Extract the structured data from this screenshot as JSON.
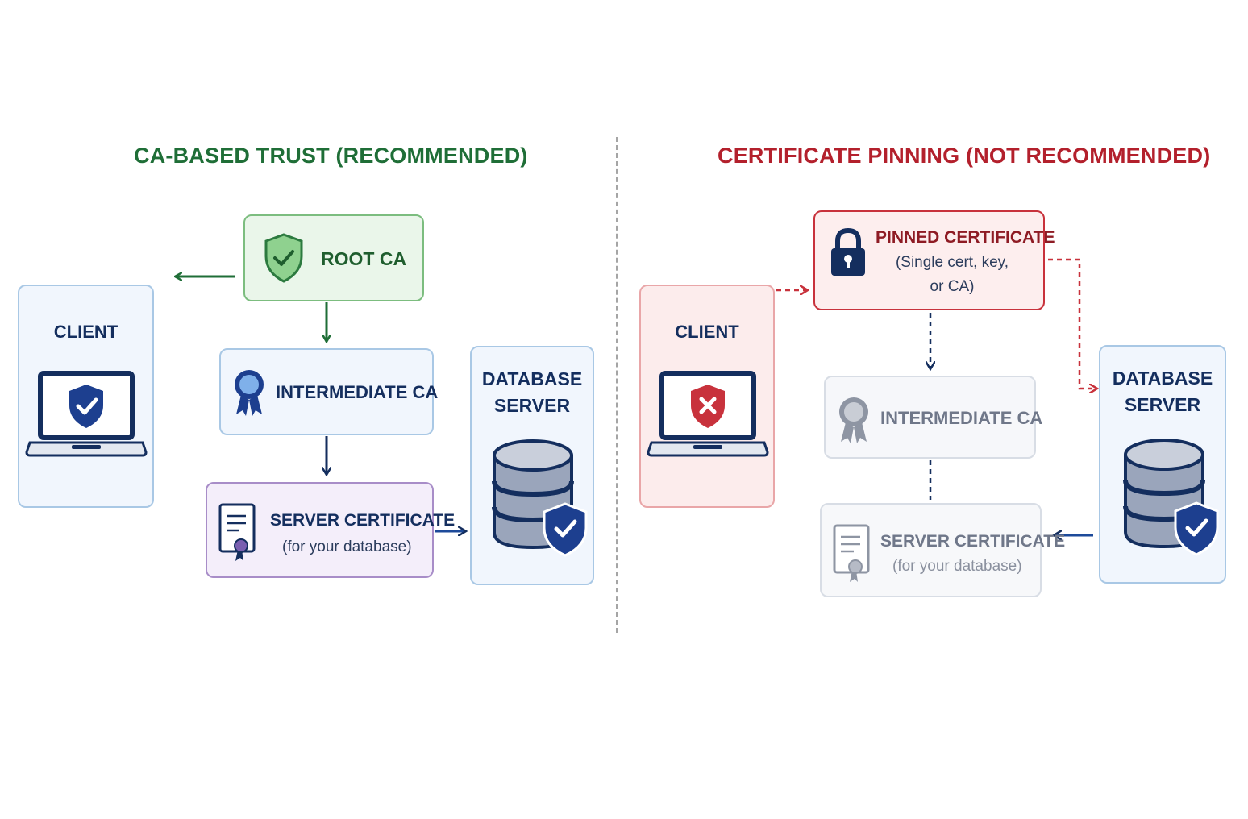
{
  "diagram": {
    "left_panel": {
      "title": "CA-BASED TRUST (RECOMMENDED)",
      "client_label": "CLIENT",
      "root_ca_label": "ROOT CA",
      "intermediate_ca_label": "INTERMEDIATE CA",
      "server_cert_label": "SERVER CERTIFICATE",
      "server_cert_sub": "(for your database)",
      "database_label_line1": "DATABASE",
      "database_label_line2": "SERVER"
    },
    "right_panel": {
      "title": "CERTIFICATE PINNING (NOT RECOMMENDED)",
      "client_label": "CLIENT",
      "pinned_label": "PINNED CERTIFICATE",
      "pinned_sub_line1": "(Single cert, key,",
      "pinned_sub_line2": "or CA)",
      "intermediate_ca_label": "INTERMEDIATE CA",
      "server_cert_label": "SERVER CERTIFICATE",
      "server_cert_sub": "(for your database)",
      "database_label_line1": "DATABASE",
      "database_label_line2": "SERVER"
    },
    "colors": {
      "recommended": "#1f6e37",
      "not_recommended": "#b3202c",
      "navy": "#142e5e",
      "muted": "#8a909e"
    },
    "icons": {
      "client_left": "laptop-shield-check-icon",
      "root_ca": "shield-check-icon",
      "intermediate_ca": "ribbon-badge-icon",
      "server_certificate": "certificate-document-icon",
      "database_left": "database-shield-icon",
      "client_right": "laptop-shield-x-icon",
      "pinned_certificate": "padlock-icon",
      "database_right": "database-shield-icon"
    }
  }
}
